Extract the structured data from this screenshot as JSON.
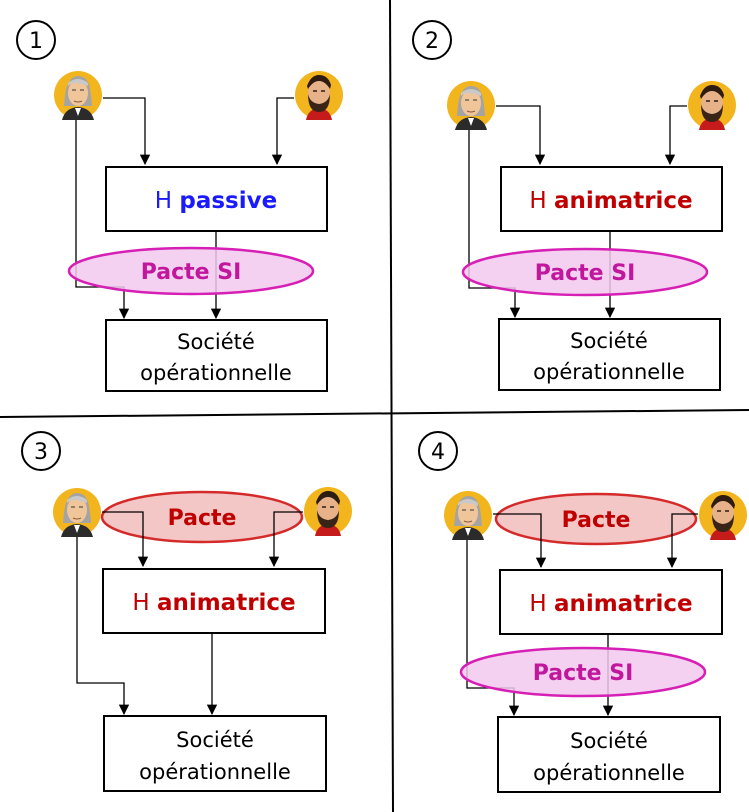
{
  "colors": {
    "passive": "#1a1aff",
    "animatrice": "#c00000",
    "pacte_si_text": "#c0179c",
    "pacte_si_fill": "#f2c9ee",
    "pacte_si_stroke": "#d61fb4",
    "pacte_text": "#c00000",
    "pacte_fill": "#f3c1c1",
    "pacte_stroke": "#d42a2a",
    "face_bg": "#f2b51e"
  },
  "panels": [
    {
      "number": "1",
      "holding_prefix": "H",
      "holding_type": "passive",
      "pacte_si": "Pacte SI",
      "company_line1": "Société",
      "company_line2": "opérationnelle"
    },
    {
      "number": "2",
      "holding_prefix": "H",
      "holding_type": "animatrice",
      "pacte_si": "Pacte SI",
      "company_line1": "Société",
      "company_line2": "opérationnelle"
    },
    {
      "number": "3",
      "holding_prefix": "H",
      "holding_type": "animatrice",
      "pacte": "Pacte",
      "company_line1": "Société",
      "company_line2": "opérationnelle"
    },
    {
      "number": "4",
      "holding_prefix": "H",
      "holding_type": "animatrice",
      "pacte": "Pacte",
      "pacte_si": "Pacte SI",
      "company_line1": "Société",
      "company_line2": "opérationnelle"
    }
  ],
  "icons": {
    "older_man": "older-man-avatar-icon",
    "bearded_man": "bearded-man-avatar-icon"
  }
}
